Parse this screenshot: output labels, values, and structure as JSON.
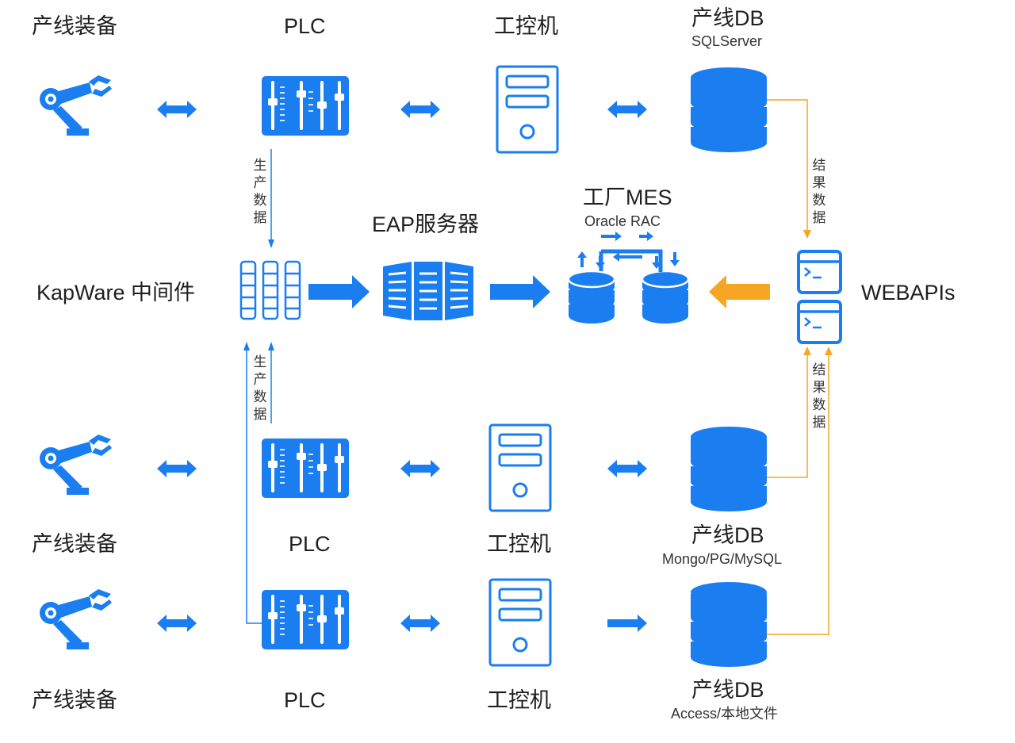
{
  "colors": {
    "blue": "#1a7ef1",
    "orange": "#f6a623",
    "text": "#1f1f1f"
  },
  "labels": {
    "equipment_top": "产线装备",
    "plc_top": "PLC",
    "ipc_top": "工控机",
    "db_top": "产线DB",
    "db_top_sub": "SQLServer",
    "kapware": "KapWare 中间件",
    "eap": "EAP服务器",
    "mes": "工厂MES",
    "mes_sub": "Oracle RAC",
    "webapis": "WEBAPIs",
    "production_data_top": "生产数据",
    "production_data_bottom": "生产数据",
    "result_data_top": "结果数据",
    "result_data_bottom": "结果数据",
    "equipment_mid": "产线装备",
    "plc_mid": "PLC",
    "ipc_mid": "工控机",
    "db_mid": "产线DB",
    "db_mid_sub": "Mongo/PG/MySQL",
    "equipment_bot": "产线装备",
    "plc_bot": "PLC",
    "ipc_bot": "工控机",
    "db_bot": "产线DB",
    "db_bot_sub": "Access/本地文件"
  },
  "icons": [
    "robot-arm-icon",
    "plc-controller-icon",
    "industrial-pc-icon",
    "database-icon",
    "middleware-icon",
    "server-rack-icon",
    "cluster-database-icon",
    "terminal-window-icon"
  ]
}
